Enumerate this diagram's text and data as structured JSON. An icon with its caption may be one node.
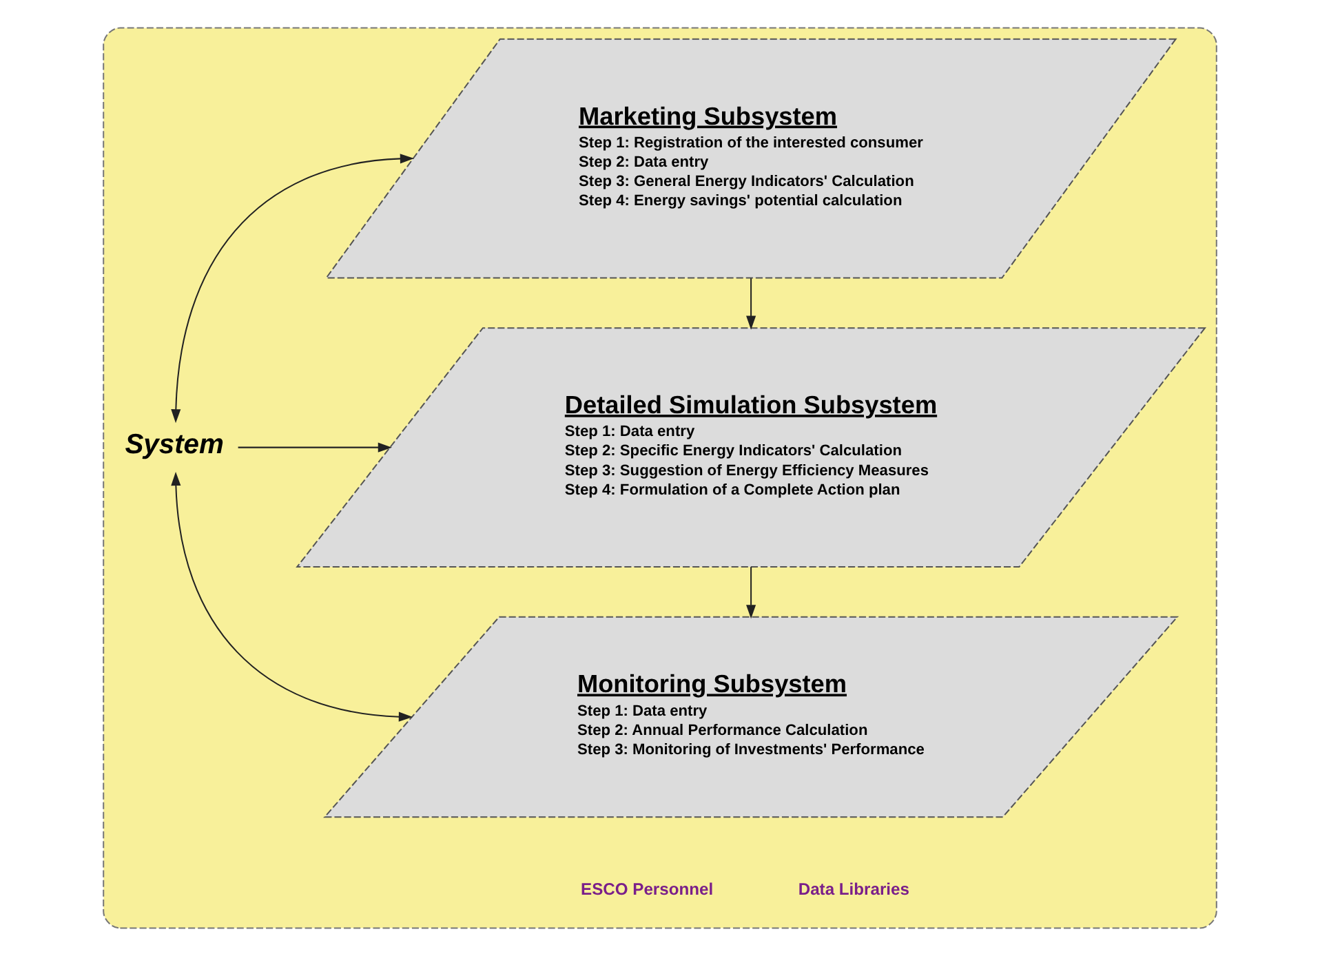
{
  "diagram": {
    "nodes": [
      {
        "text": [],
        "shape": "ellipse"
      },
      {
        "text": [
          "System"
        ],
        "in": 0
      },
      {
        "text": [
          "Marketing Subsystem",
          "Step 1: Registration of the interested consumer",
          "Step 2: Data entry",
          "Step 3: General Energy Indicators' Calculation",
          "Step 4: Energy savings' potential calculation"
        ],
        "in": 0
      },
      {
        "text": [
          "Detailed Simulation Subsystem",
          "Step 1: Data entry",
          "Step 2: Specific Energy Indicators' Calculation",
          "Step 3: Suggestion of Energy Efficiency Measures",
          "Step 4: Formulation of a Complete Action plan"
        ],
        "in": 0
      },
      {
        "text": [
          "Monitoring Subsystem",
          "Step 1: Data entry",
          "Step 2: Annual Performance Calculation",
          "Step 3: Monitoring of Investments' Performance"
        ],
        "in": 0
      }
    ],
    "edges": [
      {
        "from": 1,
        "to": 2,
        "arrow": "both"
      },
      {
        "from": 1,
        "to": 3,
        "arrow": "to"
      },
      {
        "from": 1,
        "to": 4,
        "arrow": "both"
      },
      {
        "from": 2,
        "to": 3,
        "arrow": "to"
      },
      {
        "from": 3,
        "to": 4,
        "arrow": "to"
      }
    ],
    "labels": [
      "ESCO Personnel",
      "Data Libraries"
    ]
  }
}
